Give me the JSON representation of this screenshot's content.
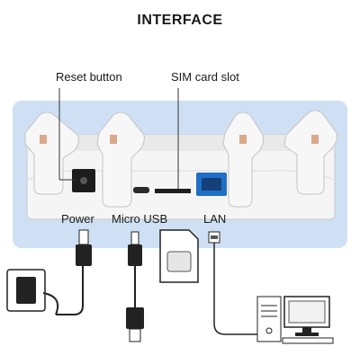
{
  "title": "INTERFACE",
  "callouts": {
    "reset": "Reset button",
    "sim": "SIM card slot"
  },
  "ports": {
    "power": "Power",
    "micro_usb": "Micro USB",
    "lan": "LAN"
  },
  "colors": {
    "panel": "#cfe0f4",
    "device": "#f4f4f4",
    "lan_port": "#1f6fc6",
    "cable": "#222222"
  },
  "icons": [
    "power-adapter-icon",
    "usb-plug-icon",
    "sim-card-icon",
    "ethernet-plug-icon",
    "computer-icon"
  ]
}
